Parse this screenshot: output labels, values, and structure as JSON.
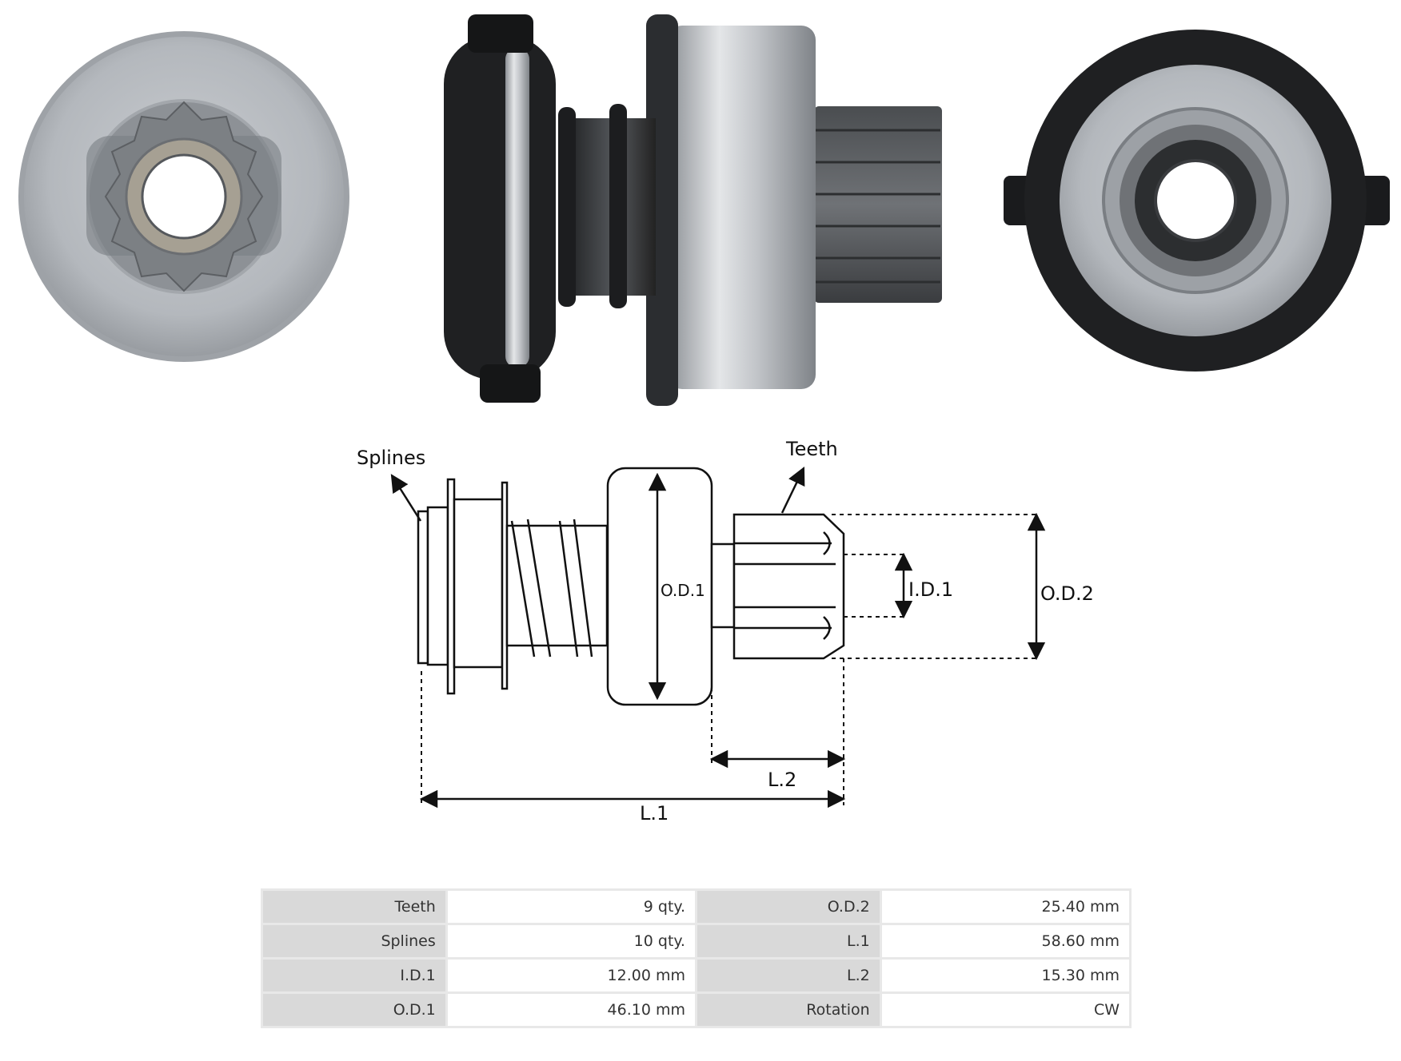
{
  "diagram": {
    "labels": {
      "splines": "Splines",
      "teeth": "Teeth",
      "od1": "O.D.1",
      "id1": "I.D.1",
      "od2": "O.D.2",
      "l1": "L.1",
      "l2": "L.2"
    }
  },
  "specs": {
    "rows": [
      {
        "label_a": "Teeth",
        "value_a": "9 qty.",
        "label_b": "O.D.2",
        "value_b": "25.40 mm"
      },
      {
        "label_a": "Splines",
        "value_a": "10 qty.",
        "label_b": "L.1",
        "value_b": "58.60 mm"
      },
      {
        "label_a": "I.D.1",
        "value_a": "12.00 mm",
        "label_b": "L.2",
        "value_b": "15.30 mm"
      },
      {
        "label_a": "O.D.1",
        "value_a": "46.10 mm",
        "label_b": "Rotation",
        "value_b": "CW"
      }
    ]
  }
}
